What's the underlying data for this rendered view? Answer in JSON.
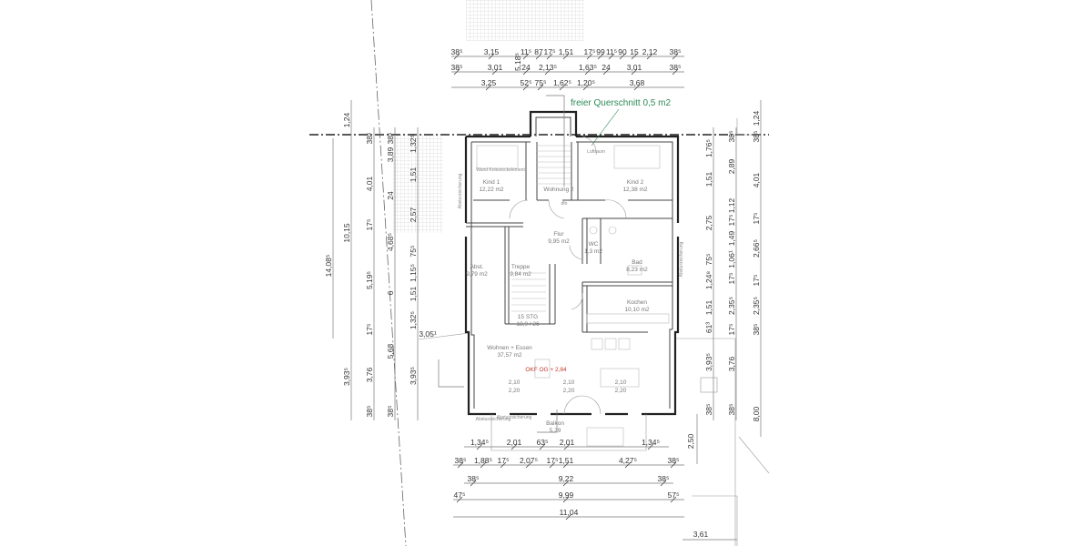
{
  "annotation": {
    "label": "freier Querschnitt 0,5 m2",
    "color": "#2e8b57"
  },
  "level": {
    "label": "OKF OG + 2,84",
    "color": "#c0392b"
  },
  "rooms": [
    {
      "name": "Kind 1",
      "area": "12,22 m2"
    },
    {
      "name": "Kind 2",
      "area": "12,38 m2"
    },
    {
      "name": "Wohnung 2",
      "area": ""
    },
    {
      "name": "Flur",
      "area": "9,95 m2"
    },
    {
      "name": "WC",
      "area": "1,3 m2"
    },
    {
      "name": "Bad",
      "area": "8,23 m2"
    },
    {
      "name": "Abst.",
      "area": "9,79 m2"
    },
    {
      "name": "Treppe",
      "area": "9,84 m2"
    },
    {
      "name": "Kochen",
      "area": "10,10 m2"
    },
    {
      "name": "Wohnen + Essen",
      "area": "37,57 m2"
    },
    {
      "name": "Balkon",
      "area": "5,29"
    }
  ],
  "stair": {
    "steps": "15 STG",
    "ratio": "18,9 / 26"
  },
  "small_labels": [
    "Luftraum",
    "Wand Kniestockelement",
    "Absturzsicherung",
    "Absturzsicherung",
    "Absturzsicherung",
    "Absturzsicherung",
    "dfo"
  ],
  "window_dims": [
    "2,10",
    "2,20",
    "2,10",
    "2,20",
    "2,10",
    "2,20"
  ],
  "dimensions": {
    "top_row1": [
      "38⁵",
      "3,15",
      "11⁵",
      "87",
      "17⁵",
      "1,51",
      "17⁵",
      "99",
      "11⁵",
      "90",
      "15",
      "2,12",
      "38⁵"
    ],
    "top_row2": [
      "38⁵",
      "3,01",
      "24",
      "2,13⁵",
      "1,63⁵",
      "24",
      "3,01",
      "38⁵"
    ],
    "top_row3": [
      "3,25",
      "52⁵",
      "75⁵",
      "1,62⁵",
      "1,20⁵",
      "3,68"
    ],
    "top_vertical": [
      "5,18⁵"
    ],
    "bottom_row1": [
      "1,34⁵",
      "2,01",
      "63⁵",
      "2,01",
      "1,34⁵"
    ],
    "bottom_row2": [
      "38⁵",
      "1,88⁵",
      "17⁵",
      "2,07⁵",
      "17⁵",
      "1,51",
      "4,27⁵",
      "38⁵"
    ],
    "bottom_row3": [
      "38⁵",
      "9,22",
      "38⁵"
    ],
    "bottom_row4": [
      "47⁵",
      "9,99",
      "57⁵"
    ],
    "bottom_row5": [
      "11,04"
    ],
    "bottom_other": [
      "3,61",
      "2,50"
    ],
    "left_col1": [
      "14,08⁵"
    ],
    "left_col2": [
      "1,24",
      "10,15",
      "3,93⁵"
    ],
    "left_col3": [
      "38⁵",
      "4,01",
      "17⁵",
      "5,19⁵",
      "17⁵",
      "3,76",
      "38⁵"
    ],
    "left_col4": [
      "38⁵",
      "3,89",
      "24",
      "4,68⁵",
      "6",
      "5,68",
      "38⁵"
    ],
    "left_col5": [
      "1,32⁵",
      "1,51",
      "2,57",
      "75⁵",
      "1,15⁵",
      "1,51",
      "1,32⁵",
      "3,93⁵"
    ],
    "left_diag": [
      "3,05¹"
    ],
    "right_col1": [
      "1,76⁵",
      "1,51",
      "2,75",
      "75⁵",
      "1,24⁸",
      "1,51",
      "61³",
      "3,93⁵",
      "38⁵"
    ],
    "right_col2": [
      "38⁵",
      "2,89",
      "1,12",
      "17⁵",
      "1,49",
      "1,06¹",
      "17⁵",
      "2,35⁵",
      "17⁵",
      "3,76",
      "38⁵"
    ],
    "right_col3": [
      "1,24",
      "38⁵",
      "4,01",
      "17⁵",
      "2,66⁵",
      "17⁵",
      "2,35⁵",
      "38⁵",
      "8,00"
    ]
  }
}
